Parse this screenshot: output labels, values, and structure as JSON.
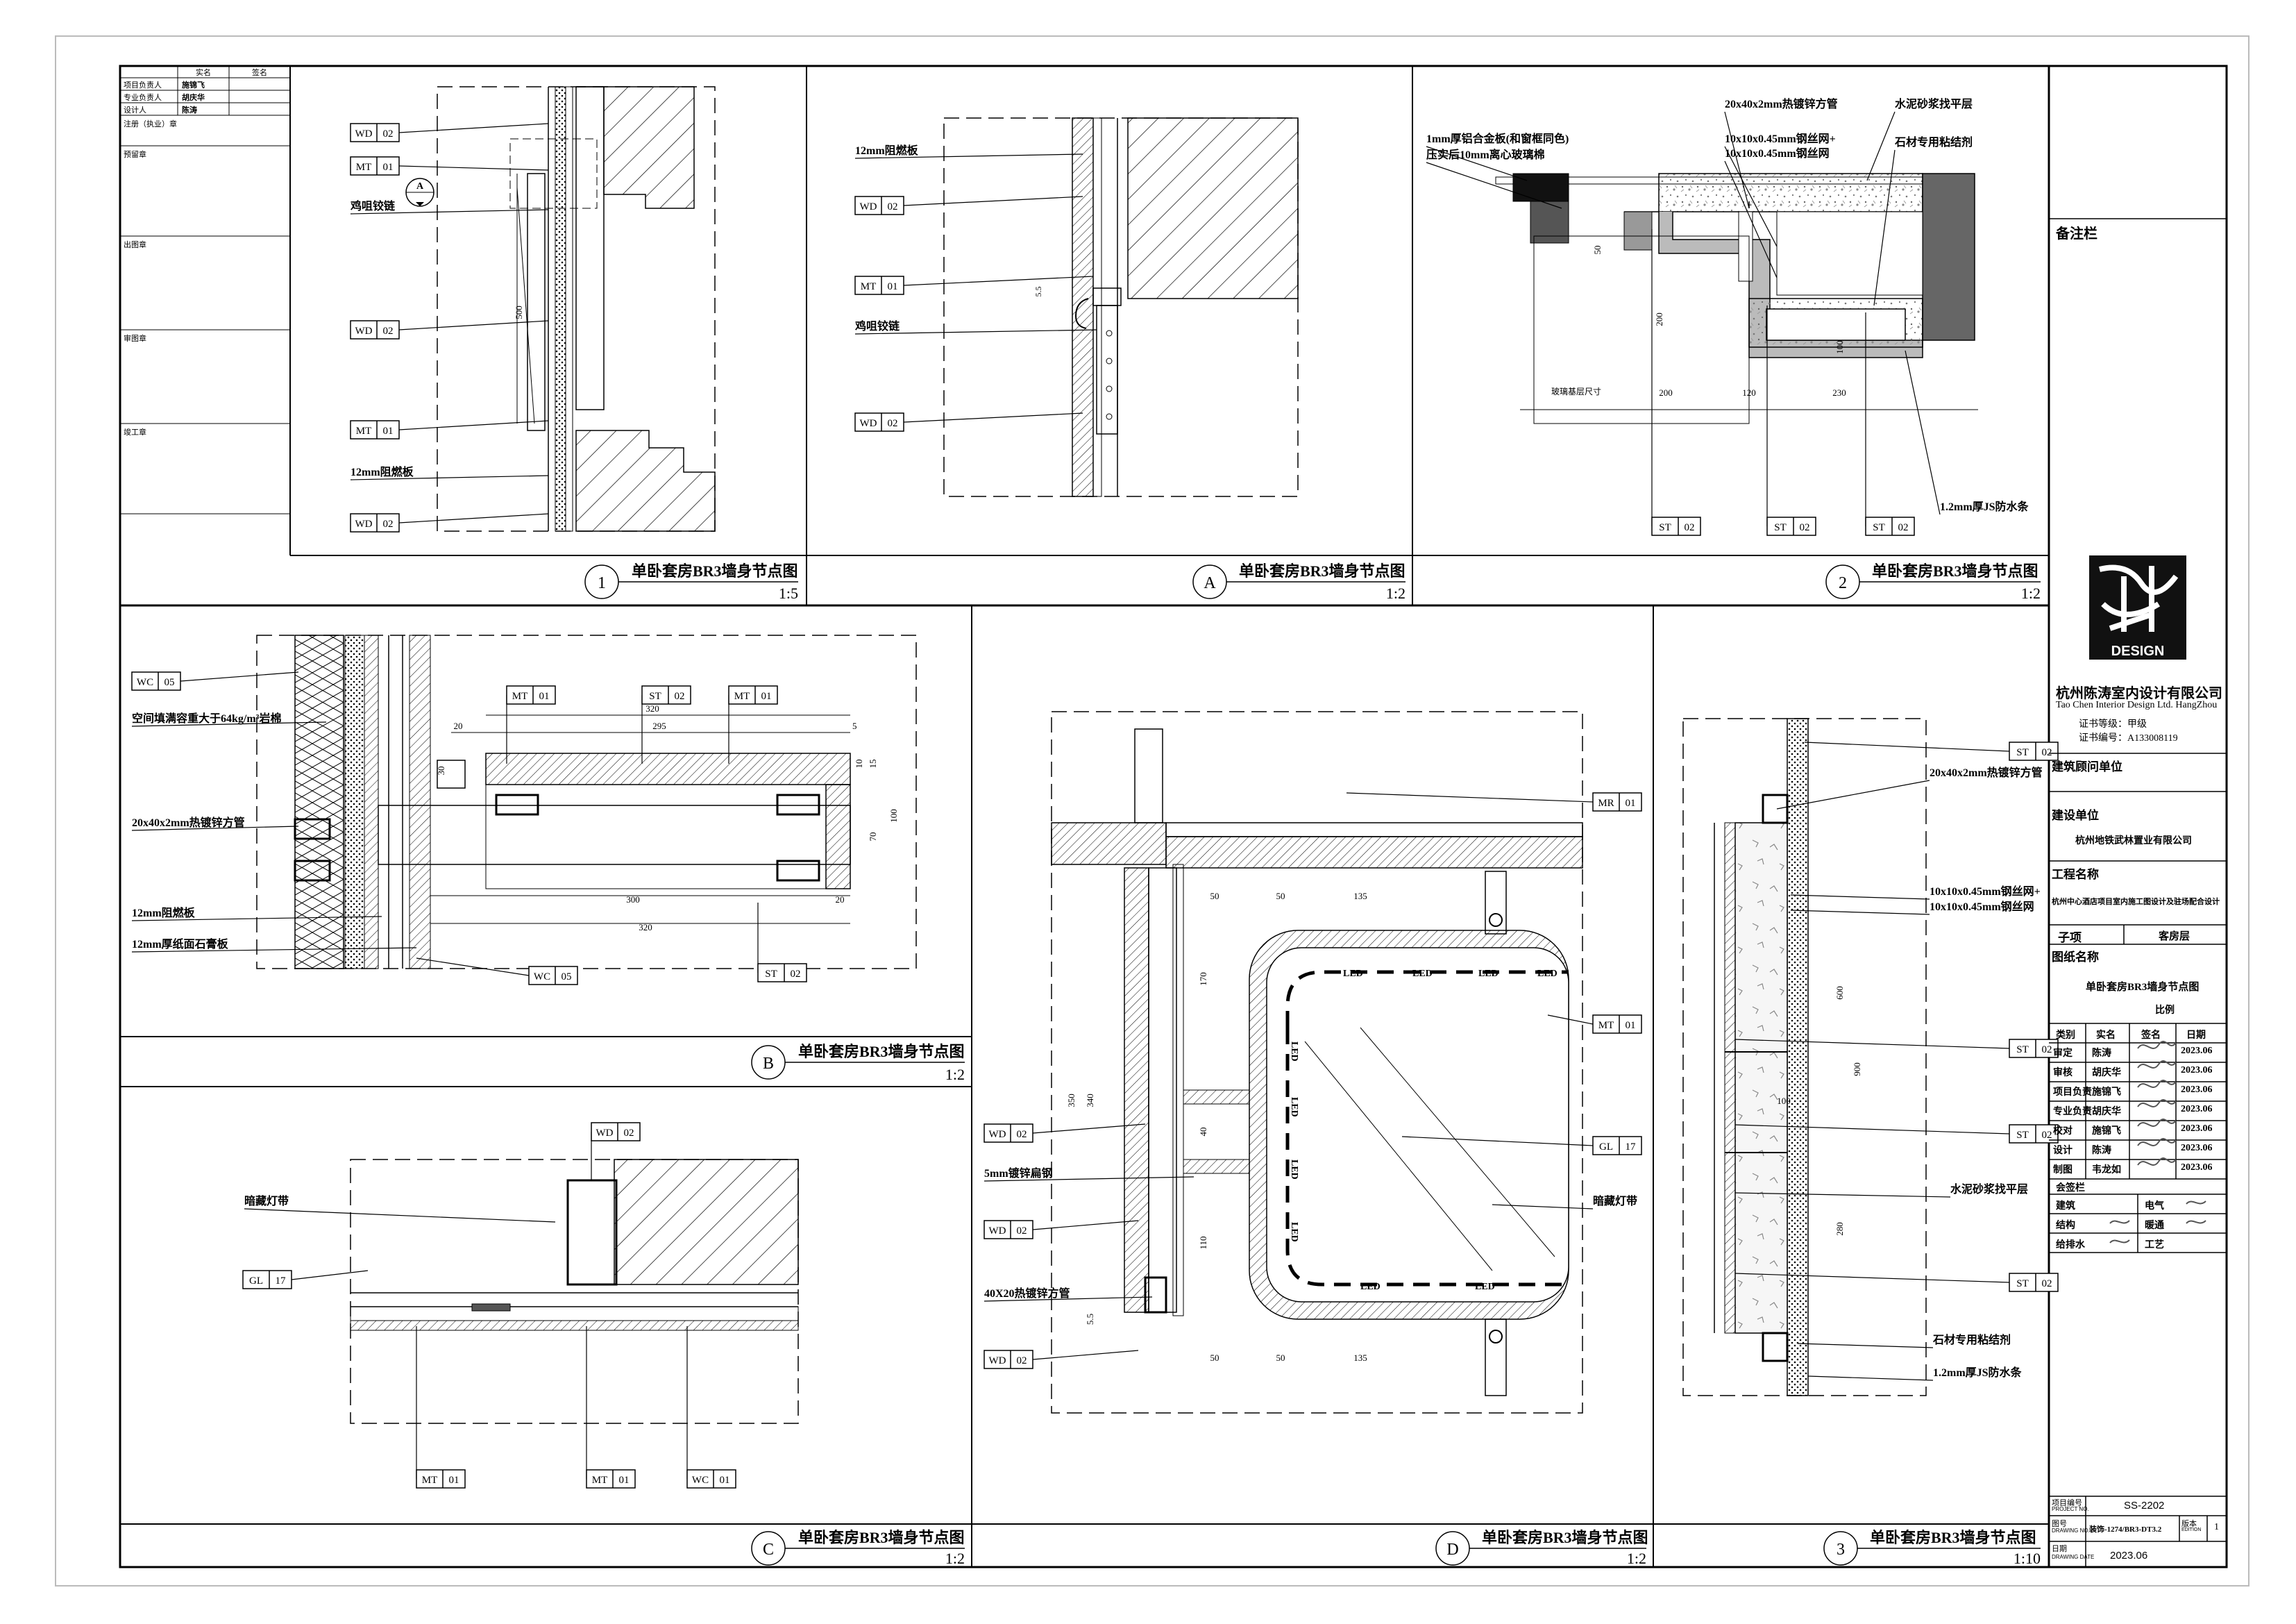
{
  "drawing_set": {
    "details": [
      {
        "number": "1",
        "title": "单卧套房BR3墙身节点图",
        "scale": "1:5"
      },
      {
        "number": "A",
        "title": "单卧套房BR3墙身节点图",
        "scale": "1:2"
      },
      {
        "number": "2",
        "title": "单卧套房BR3墙身节点图",
        "scale": "1:2"
      },
      {
        "number": "B",
        "title": "单卧套房BR3墙身节点图",
        "scale": "1:2"
      },
      {
        "number": "C",
        "title": "单卧套房BR3墙身节点图",
        "scale": "1:2"
      },
      {
        "number": "D",
        "title": "单卧套房BR3墙身节点图",
        "scale": "1:2"
      },
      {
        "number": "3",
        "title": "单卧套房BR3墙身节点图",
        "scale": "1:10"
      }
    ],
    "materials": {
      "wd": "WD",
      "mt": "MT",
      "st": "ST",
      "wc": "WC",
      "gl": "GL",
      "mr": "MR",
      "n01": "01",
      "n02": "02",
      "n05": "05",
      "n17": "17"
    },
    "notes": {
      "hinge": "鸡咀铰链",
      "board12": "12mm阻燃板",
      "alu_plate": "1mm厚铝合金板(和窗框同色)",
      "glass": "压实后10mm离心玻璃棉",
      "tube_20x40": "20x40x2mm热镀锌方管",
      "mesh_a": "10x10x0.45mm钢丝网+",
      "mesh_b": "10x10x0.45mm钢丝网",
      "cement": "水泥砂浆找平层",
      "stone_glue": "石材专用粘结剂",
      "waterproof": "1.2mm厚JS防水条",
      "rockwool": "空间填满容重大于64kg/m³岩棉",
      "gypsum": "12mm厚纸面石膏板",
      "hidden_light": "暗藏灯带",
      "steel_flat": "5mm镀锌扁钢",
      "tube_40x20": "40X20热镀锌方管",
      "led": "LED",
      "glass_size": "玻璃基层尺寸"
    },
    "dims": {
      "d1": "500",
      "d2a": "50",
      "d2b": "200",
      "d2c": "100",
      "d2d": "200",
      "d2e": "120",
      "d2f": "230",
      "dba": "320",
      "dbb": "295",
      "dbc": "20",
      "dbd": "5",
      "dbe": "30",
      "dbf": "10",
      "dbg": "15",
      "dbh": "100",
      "dbi": "70",
      "dbj": "300",
      "dbk": "320",
      "dbl": "20",
      "dda": "50",
      "ddb": "50",
      "ddc": "135",
      "ddd": "170",
      "dde": "340",
      "ddf": "350",
      "ddg": "40",
      "ddh": "110",
      "ddi": "5.5",
      "d3a": "600",
      "d3b": "900",
      "d3c": "100",
      "d3d": "280"
    }
  },
  "title_block": {
    "sign_headers": {
      "name": "实名",
      "sign": "签名"
    },
    "sign_rows": [
      {
        "role": "项目负责人",
        "name": "施锦飞"
      },
      {
        "role": "专业负责人",
        "name": "胡庆华"
      },
      {
        "role": "设计人",
        "name": "陈涛"
      }
    ],
    "stamps": [
      "注册（执业）章",
      "预留章",
      "出图章",
      "审图章",
      "竣工章"
    ],
    "remarks_label": "备注栏",
    "company_cn": "杭州陈涛室内设计有限公司",
    "company_en": "Tao Chen Interior Design Ltd. HangZhou",
    "cert_grade": "证书等级：甲级",
    "cert_no": "证书编号：A133008119",
    "logo_word": "DESIGN",
    "consultant_label": "建筑顾问单位",
    "client_label": "建设单位",
    "client": "杭州地铁武林置业有限公司",
    "project_label": "工程名称",
    "project": "杭州中心酒店项目室内施工图设计及驻场配合设计",
    "subitem_label": "子项",
    "subitem": "客房层",
    "drawing_name_label": "图纸名称",
    "drawing_name": "单卧套房BR3墙身节点图",
    "scale_label": "比例",
    "approval_head": [
      "类别",
      "实名",
      "签名",
      "日期"
    ],
    "approvals": [
      {
        "cat": "审定",
        "name": "陈涛",
        "date": "2023.06"
      },
      {
        "cat": "审核",
        "name": "胡庆华",
        "date": "2023.06"
      },
      {
        "cat": "项目负责",
        "name": "施锦飞",
        "date": "2023.06"
      },
      {
        "cat": "专业负责",
        "name": "胡庆华",
        "date": "2023.06"
      },
      {
        "cat": "校对",
        "name": "施锦飞",
        "date": "2023.06"
      },
      {
        "cat": "设计",
        "name": "陈涛",
        "date": "2023.06"
      },
      {
        "cat": "制图",
        "name": "韦龙如",
        "date": "2023.06"
      }
    ],
    "cosign_label": "会签栏",
    "cosign": [
      "建筑",
      "电气",
      "结构",
      "暖通",
      "给排水",
      "工艺"
    ],
    "project_no_label": "项目编号",
    "project_no_en": "PROJECT NO.",
    "project_no": "SS-2202",
    "drawing_no_label": "图号",
    "drawing_no_en": "DRAWING NO.",
    "drawing_no": "装饰-1274/BR3-DT3.2",
    "edition_label": "版本",
    "edition_en": "EDITION",
    "edition": "1",
    "date_label": "日期",
    "date_en": "DRAWING DATE",
    "date": "2023.06"
  }
}
